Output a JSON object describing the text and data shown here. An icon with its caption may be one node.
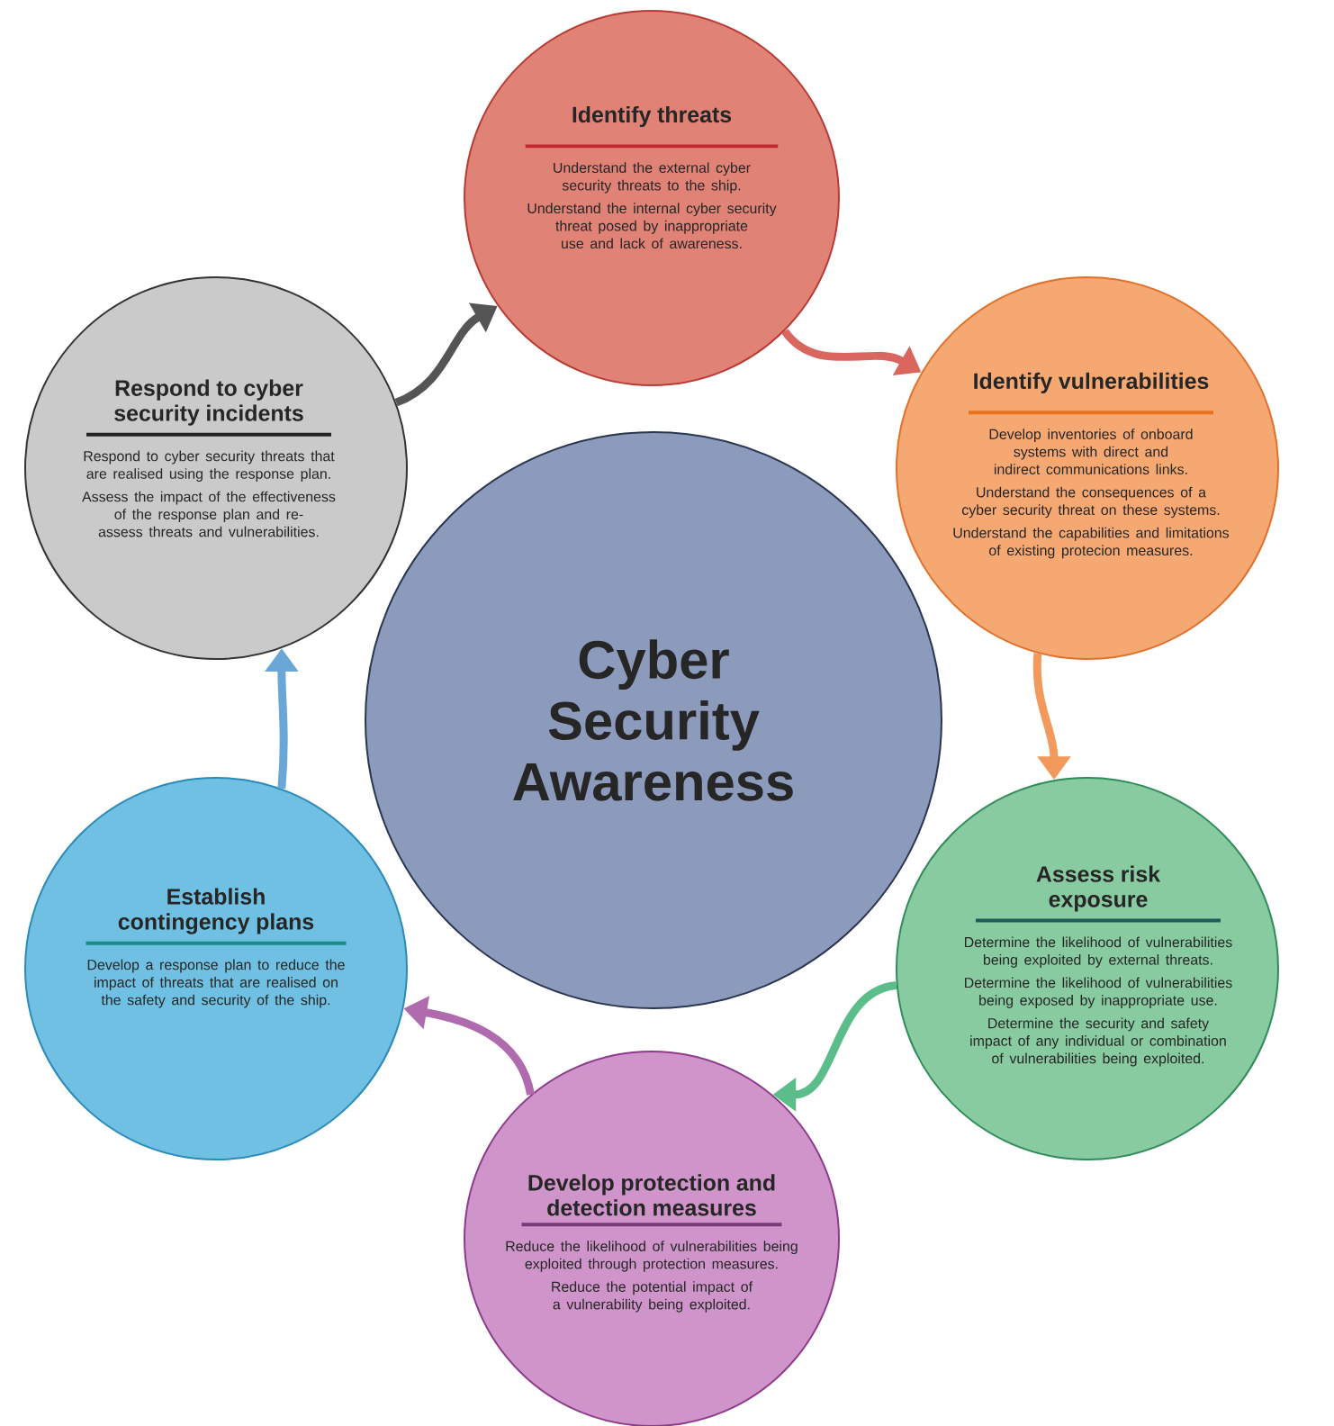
{
  "diagram": {
    "nodes": [
      {
        "text": [
          "Cyber Security Awareness"
        ]
      },
      {
        "text": [
          "Identify threats",
          "Understand the external cyber security threats to the ship.",
          "Understand the internal cyber security threat posed by inappropriate use and lack of awareness."
        ]
      },
      {
        "text": [
          "Identify vulnerabilities",
          "Develop inventories of onboard systems with direct and indirect communications links.",
          "Understand the consequences of a cyber security threat on these systems.",
          "Understand the capabilities and limitations of existing protecion measures."
        ]
      },
      {
        "text": [
          "Assess risk exposure",
          "Determine the likelihood of vulnerabilities being exploited by external threats.",
          "Determine the likelihood of vulnerabilities being exposed by inappropriate use.",
          "Determine the security and safety impact of any individual or combination of vulnerabilities being exploited."
        ]
      },
      {
        "text": [
          "Develop protection and detection measures",
          "Reduce the likelihood of vulnerabilities being exploited through protection measures.",
          "Reduce the potential impact of a vulnerability being exploited."
        ]
      },
      {
        "text": [
          "Establish contingency plans",
          "Develop a response plan to reduce the impact of threats that are realised on the safety and security of the ship."
        ]
      },
      {
        "text": [
          "Respond to cyber security incidents",
          "Respond to cyber security threats that are realised using the response plan.",
          "Assess the impact of the effectiveness of the response plan and re-assess threats and vulnerabilities."
        ]
      }
    ],
    "edges": [
      {
        "from": 1,
        "to": 2,
        "arrow": "to",
        "color": "#d9675f"
      },
      {
        "from": 2,
        "to": 3,
        "arrow": "to",
        "color": "#f29a5c"
      },
      {
        "from": 3,
        "to": 4,
        "arrow": "to",
        "color": "#5bbd8a"
      },
      {
        "from": 4,
        "to": 5,
        "arrow": "to",
        "color": "#b06aae"
      },
      {
        "from": 5,
        "to": 6,
        "arrow": "to",
        "color": "#6aa7d6"
      },
      {
        "from": 6,
        "to": 1,
        "arrow": "to",
        "color": "#555555"
      }
    ]
  }
}
